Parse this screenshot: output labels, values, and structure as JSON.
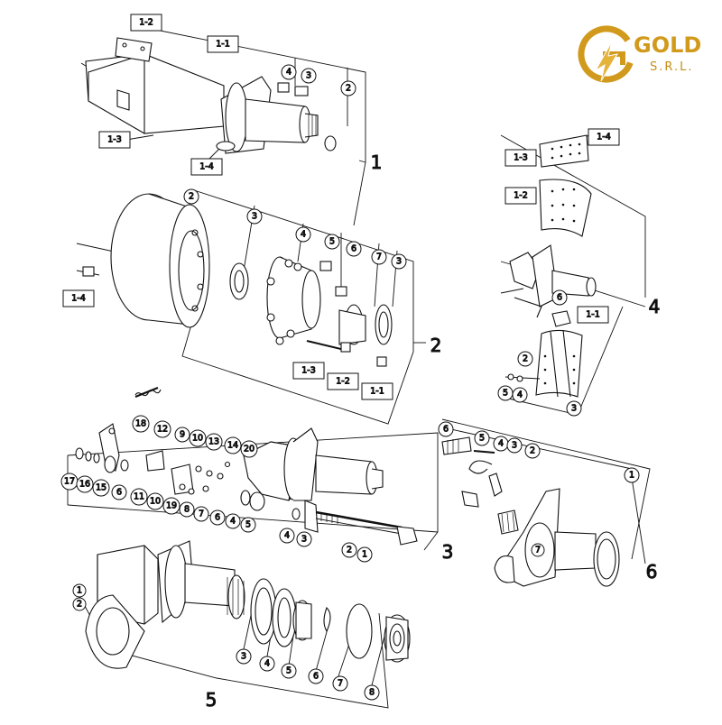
{
  "brand": {
    "name": "GOLD",
    "suffix": "S.R.L.",
    "accent": "#d19a1c"
  },
  "groups": {
    "g1": "1",
    "g2": "2",
    "g3": "3",
    "g4": "4",
    "g5": "5",
    "g6": "6"
  },
  "callouts": {
    "c1_2": "1-2",
    "c1_1": "1-1",
    "c1_3": "1-3",
    "c1_4": "1-4",
    "c1_n4": "4",
    "c1_n3": "3",
    "c1_n2": "2",
    "c2_n2": "2",
    "c2_n3a": "3",
    "c2_n4": "4",
    "c2_n5": "5",
    "c2_n6": "6",
    "c2_n7": "7",
    "c2_n3b": "3",
    "c2_b14": "1-4",
    "c2_b13": "1-3",
    "c2_b12": "1-2",
    "c2_b11": "1-1",
    "c4_b14": "1-4",
    "c4_b13": "1-3",
    "c4_b12": "1-2",
    "c4_b11": "1-1",
    "c4_n6": "6",
    "c4_n2": "2",
    "c4_n5": "5",
    "c4_n4": "4",
    "c4_n3": "3",
    "c3_18": "18",
    "c3_12": "12",
    "c3_9": "9",
    "c3_10a": "10",
    "c3_13": "13",
    "c3_14": "14",
    "c3_20": "20",
    "c3_17": "17",
    "c3_16": "16",
    "c3_15": "15",
    "c3_6a": "6",
    "c3_11": "11",
    "c3_10b": "10",
    "c3_19": "19",
    "c3_8": "8",
    "c3_7": "7",
    "c3_6b": "6",
    "c3_4a": "4",
    "c3_5": "5",
    "c3_4b": "4",
    "c3_3": "3",
    "c3_2": "2",
    "c3_1": "1",
    "c6_6": "6",
    "c6_5": "5",
    "c6_4": "4",
    "c6_3": "3",
    "c6_2": "2",
    "c6_1": "1",
    "c6_7": "7",
    "c5_1": "1",
    "c5_2": "2",
    "c5_3": "3",
    "c5_4": "4",
    "c5_5": "5",
    "c5_6": "6",
    "c5_7": "7",
    "c5_8": "8"
  }
}
